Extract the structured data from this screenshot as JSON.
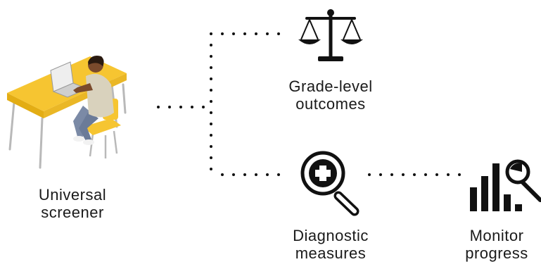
{
  "nodes": {
    "universal_screener": {
      "line1": "Universal",
      "line2": "screener",
      "icon": "student-at-desk-illustration"
    },
    "grade_level_outcomes": {
      "line1": "Grade-level",
      "line2": "outcomes",
      "icon": "scales-icon"
    },
    "diagnostic_measures": {
      "line1": "Diagnostic",
      "line2": "measures",
      "icon": "magnifier-plus-icon"
    },
    "monitor_progress": {
      "line1": "Monitor",
      "line2": "progress",
      "icon": "bar-chart-magnifier-icon"
    }
  },
  "colors": {
    "desk": "#f6c531",
    "desk_side": "#e3ad14",
    "ink": "#111111",
    "skin": "#7a4a2c",
    "shirt": "#d9d2bd",
    "pants": "#7b8aa6"
  }
}
